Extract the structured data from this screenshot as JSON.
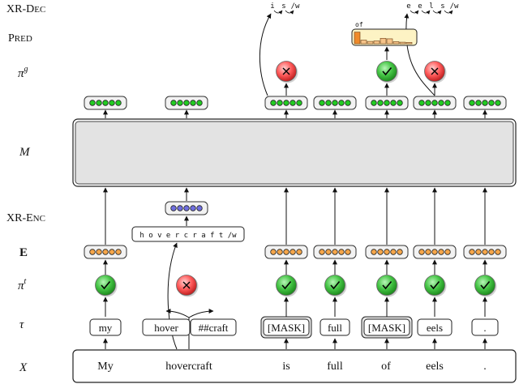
{
  "labels": {
    "xr_dec": "XR-Dec",
    "pred": "Pred",
    "pi_g_base": "π",
    "pi_g_sup": "g",
    "memory": "M",
    "xr_enc": "XR-Enc",
    "embed": "E",
    "pi_t_base": "π",
    "pi_t_sup": "t",
    "tau": "τ",
    "input": "X"
  },
  "input_words": [
    "My",
    "hovercraft",
    "is",
    "full",
    "of",
    "eels",
    "."
  ],
  "tokens": [
    "my",
    "hover",
    "##craft",
    "[MASK]",
    "full",
    "[MASK]",
    "eels",
    "."
  ],
  "char_seq_enc": "h o v e r c r a f t /w",
  "char_seq_dec_1": [
    "i",
    "s",
    "/w"
  ],
  "char_seq_dec_2": [
    "e",
    "e",
    "l",
    "s",
    "/w"
  ],
  "pred_top_token": "of",
  "pred_distribution": [
    0.9,
    0.28,
    0.18,
    0.22,
    0.42,
    0.38,
    0.16,
    0.12,
    0.1
  ],
  "pi_t_decisions": [
    "keep",
    "drop",
    "keep",
    "keep",
    "keep",
    "keep",
    "keep"
  ],
  "pi_g_decisions": [
    "drop",
    "keep",
    "drop"
  ],
  "colors": {
    "green_node": "#22cc22",
    "orange_node": "#f5a64a",
    "blue_node": "#6f6fe0",
    "check_ball": "#44c444",
    "cross_ball": "#ff5a5a",
    "pred_box": "#fdf3c4",
    "pred_bar": "#f08a2a",
    "memory_box": "#e3e3e3"
  }
}
